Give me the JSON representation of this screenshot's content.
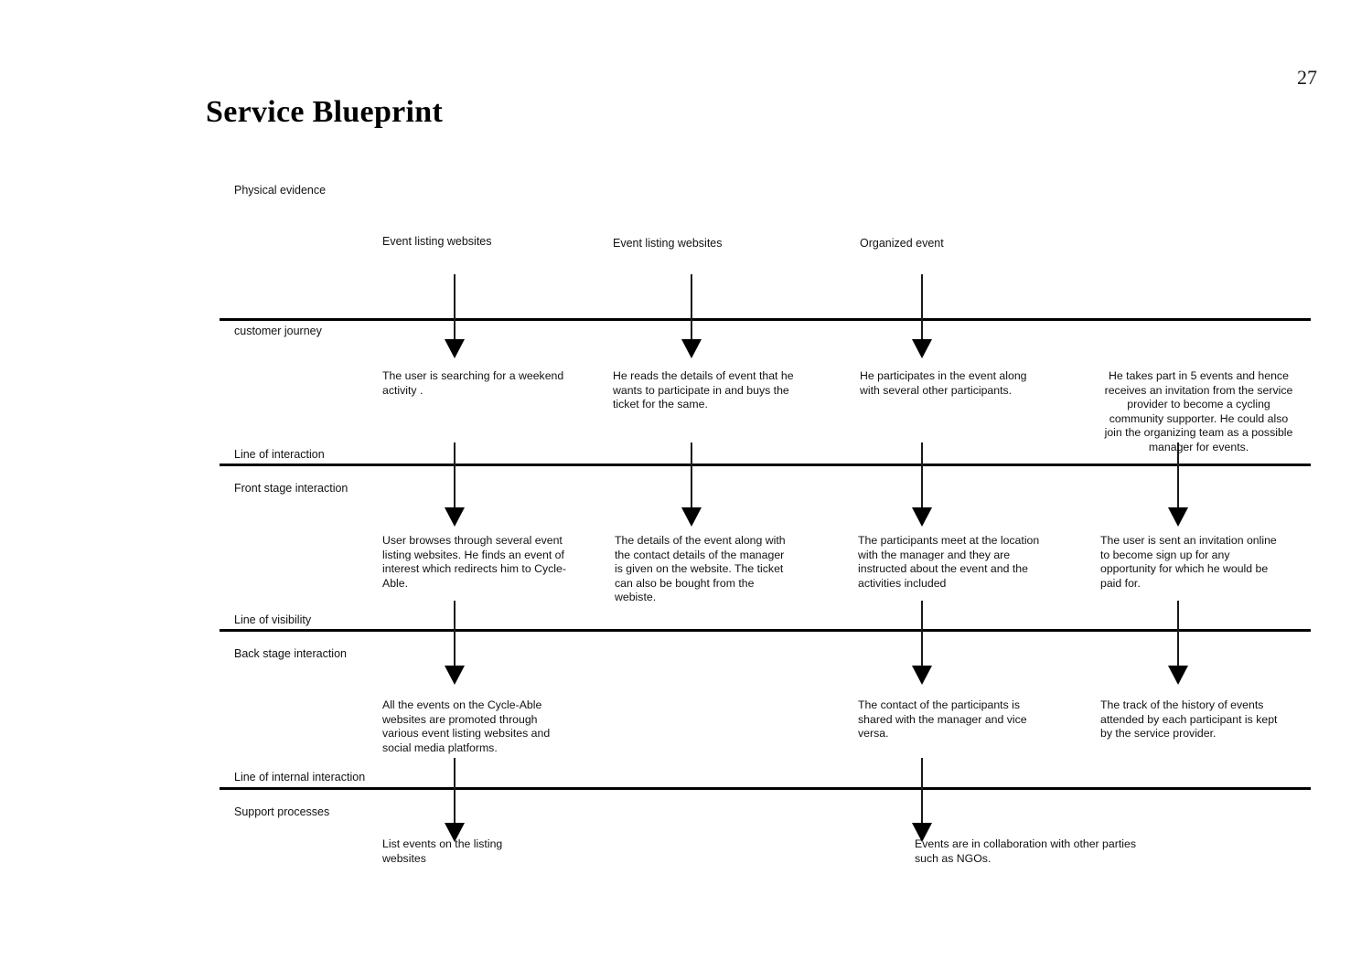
{
  "page": {
    "number": "27",
    "title": "Service Blueprint"
  },
  "lanes": {
    "physical_evidence": "Physical evidence",
    "customer_journey": "customer journey",
    "line_of_interaction": "Line of interaction",
    "front_stage": "Front stage interaction",
    "line_of_visibility": "Line of visibility",
    "back_stage": "Back stage interaction",
    "line_of_internal_interaction": "Line of internal interaction",
    "support_processes": "Support processes"
  },
  "physical_evidence_items": [
    "Event listing websites",
    "Event listing websites",
    "Organized event"
  ],
  "customer_journey_items": [
    "The user is searching for a weekend activity .",
    "He reads the details of event that he wants to participate in and buys the ticket for the same.",
    "He participates in the event along with several other participants.",
    "He takes part in 5 events and hence receives an invitation from the service provider to become a cycling community supporter. He could also join the organizing team as a possible manager for events."
  ],
  "front_stage_items": [
    "User browses through several event listing websites. He finds an event of interest which redirects him to Cycle-Able.",
    "The details of the event along with the contact details of the manager is given on the website. The ticket can also be bought from the webiste.",
    "The participants meet at the location with the manager and they are instructed about the event and the activities included",
    "The user is sent an invitation online to become sign up for any opportunity for which he would be paid for."
  ],
  "back_stage_items": [
    "All the events on the Cycle-Able websites are promoted through various event listing websites and social media platforms.",
    "The contact of the participants is shared with the manager and vice versa.",
    "The track of the history of events attended by each participant is kept by the service provider."
  ],
  "support_process_items": [
    "List events on the listing websites",
    "Events are in collaboration with other parties such as NGOs."
  ],
  "colors": {
    "ink": "#111111",
    "line": "#000000",
    "background": "#ffffff"
  }
}
